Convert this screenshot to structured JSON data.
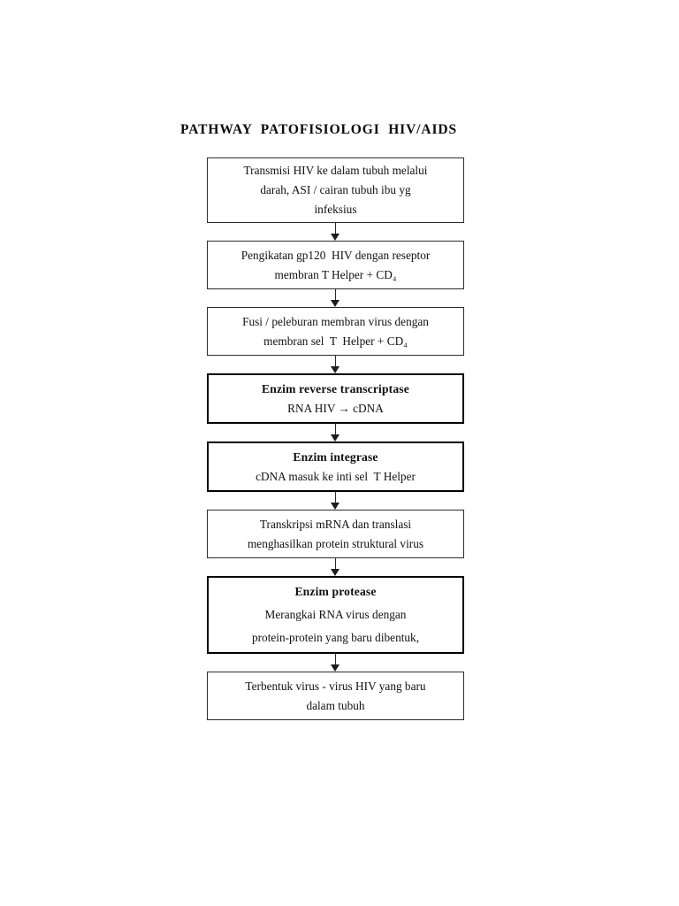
{
  "title": "PATHWAY  PATOFISIOLOGI  HIV/AIDS",
  "colors": {
    "background": "#ffffff",
    "text": "#000000",
    "box_border": "#2b2b2b",
    "box_border_emphasis": "#000000",
    "arrow": "#1d1d1d"
  },
  "chart_data": {
    "type": "diagram",
    "subtype": "flowchart",
    "title": "PATHWAY  PATOFISIOLOGI  HIV/AIDS",
    "orientation": "vertical top-to-bottom",
    "connector": "downward arrow",
    "node_count": 8,
    "nodes": [
      {
        "id": "node-1",
        "emphasis": false,
        "lines": [
          "Transmisi HIV ke dalam tubuh melalui",
          "darah, ASI / cairan tubuh ibu yg",
          "infeksius"
        ]
      },
      {
        "id": "node-2",
        "emphasis": false,
        "lines": [
          "Pengikatan gp120  HIV dengan reseptor",
          "membran T Helper + CD₄"
        ]
      },
      {
        "id": "node-3",
        "emphasis": false,
        "lines": [
          "Fusi / peleburan membran virus dengan",
          "membran sel  T  Helper + CD₄"
        ]
      },
      {
        "id": "node-4",
        "emphasis": true,
        "heading": "Enzim reverse transcriptase",
        "lines": [
          "RNA HIV → cDNA"
        ]
      },
      {
        "id": "node-5",
        "emphasis": true,
        "heading": "Enzim integrase",
        "lines": [
          "cDNA masuk ke inti sel  T Helper"
        ]
      },
      {
        "id": "node-6",
        "emphasis": false,
        "lines": [
          "Transkripsi mRNA dan translasi",
          "menghasilkan protein struktural virus"
        ]
      },
      {
        "id": "node-7",
        "emphasis": true,
        "heading": "Enzim protease",
        "lines": [
          "Merangkai RNA virus dengan",
          "protein-protein yang baru dibentuk,"
        ]
      },
      {
        "id": "node-8",
        "emphasis": false,
        "lines": [
          "Terbentuk virus - virus HIV yang baru",
          "dalam tubuh"
        ]
      }
    ],
    "edges": [
      {
        "from": "node-1",
        "to": "node-2"
      },
      {
        "from": "node-2",
        "to": "node-3"
      },
      {
        "from": "node-3",
        "to": "node-4"
      },
      {
        "from": "node-4",
        "to": "node-5"
      },
      {
        "from": "node-5",
        "to": "node-6"
      },
      {
        "from": "node-6",
        "to": "node-7"
      },
      {
        "from": "node-7",
        "to": "node-8"
      }
    ]
  }
}
